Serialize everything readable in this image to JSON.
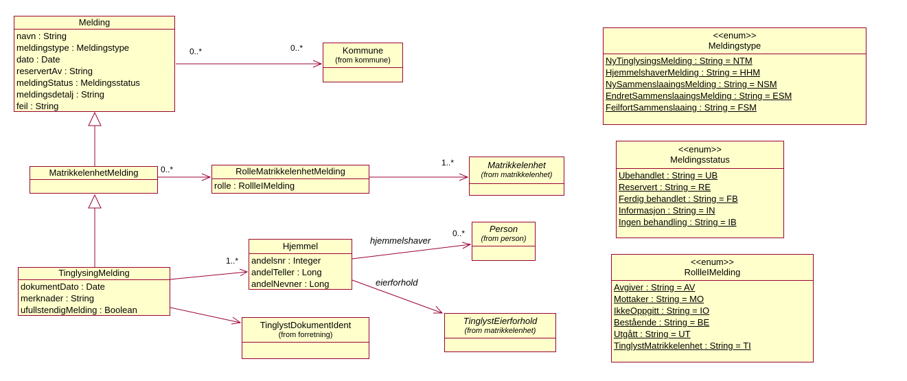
{
  "colors": {
    "box_fill": "#FFFFCC",
    "box_border": "#990033",
    "line": "#990033",
    "text": "#000000",
    "background": "#FFFFFF"
  },
  "classes": {
    "melding": {
      "name": "Melding",
      "attributes": [
        "navn : String",
        "meldingstype : Meldingstype",
        "dato : Date",
        "reservertAv : String",
        "meldingStatus : Meldingsstatus",
        "meldingsdetalj : String",
        "feil : String"
      ]
    },
    "kommune": {
      "name": "Kommune",
      "from": "(from kommune)"
    },
    "matrikkelenhetmelding": {
      "name": "MatrikkelenhetMelding"
    },
    "rollematrikkelenhetmelding": {
      "name": "RolleMatrikkelenhetMelding",
      "attributes": [
        "rolle : RollleIMelding"
      ]
    },
    "matrikkelenhet": {
      "name": "Matrikkelenhet",
      "from": "(from matrikkelenhet)"
    },
    "person": {
      "name": "Person",
      "from": "(from person)"
    },
    "hjemmel": {
      "name": "Hjemmel",
      "attributes": [
        "andelsnr : Integer",
        "andelTeller : Long",
        "andelNevner : Long"
      ]
    },
    "tinglysingmelding": {
      "name": "TinglysingMelding",
      "attributes": [
        "dokumentDato : Date",
        "merknader : String",
        "ufullstendigMelding : Boolean"
      ]
    },
    "tinglystdokumentident": {
      "name": "TinglystDokumentIdent",
      "from": "(from forretning)"
    },
    "tinglysteierforhold": {
      "name": "TinglystEierforhold",
      "from": "(from matrikkelenhet)"
    }
  },
  "enums": {
    "meldingstype": {
      "stereotype": "<<enum>>",
      "name": "Meldingstype",
      "literals": [
        "NyTinglysingsMelding : String = NTM",
        "HjemmelshaverMelding : String = HHM",
        "NySammenslaaingsMelding : String = NSM",
        "EndretSammenslaaingsMelding : String = ESM",
        "FeilfortSammenslaaing : String = FSM"
      ]
    },
    "meldingsstatus": {
      "stereotype": "<<enum>>",
      "name": "Meldingsstatus",
      "literals": [
        "Ubehandlet : String = UB",
        "Reservert : String = RE",
        "Ferdig behandlet : String = FB",
        "Informasjon : String = IN",
        "Ingen behandling : String = IB"
      ]
    },
    "rolleimelding": {
      "stereotype": "<<enum>>",
      "name": "RollleIMelding",
      "literals": [
        "Avgiver : String = AV",
        "Mottaker : String = MO",
        "IkkeOppgitt : String = IO",
        "Bestående : String = BE",
        "Utgått : String = UT",
        "TinglystMatrikkelenhet : String = TI"
      ]
    }
  },
  "labels": {
    "melding_kommune_src": "0..*",
    "melding_kommune_dst": "0..*",
    "matrikkelenhetmelding_rolle": "0..*",
    "rolle_matrikkelenhet": "1..*",
    "tinglysing_hjemmel": "1..*",
    "hjemmel_person": "0..*",
    "hjemmelshaver": "hjemmelshaver",
    "eierforhold": "eierforhold"
  }
}
